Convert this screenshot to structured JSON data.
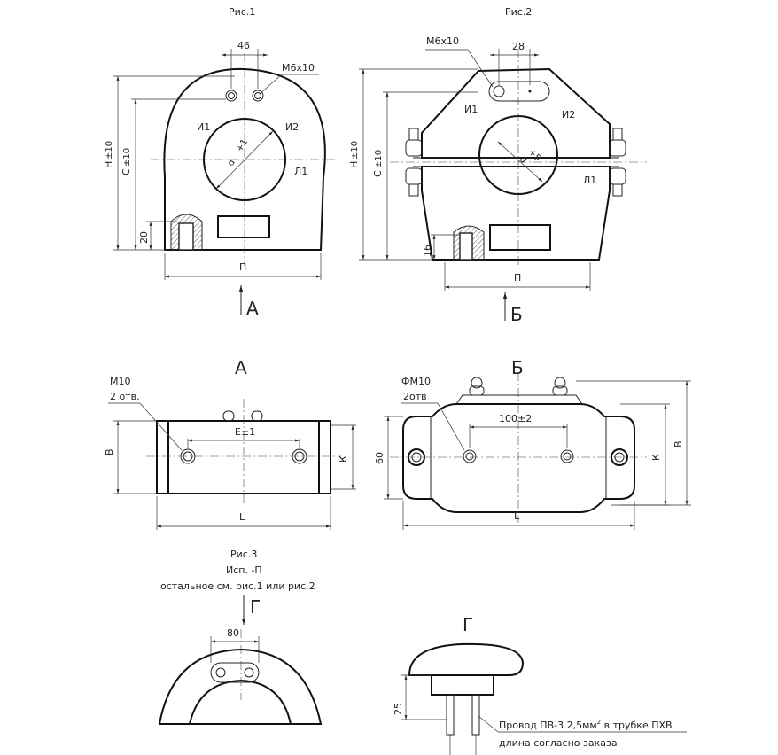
{
  "fig1": {
    "caption": "Рис.1",
    "dim_46": "46",
    "thread": "М6х10",
    "i1": "И1",
    "i2": "И2",
    "l1": "Л1",
    "dim_h": "Н",
    "dim_h_tol": "±10",
    "dim_c": "С",
    "dim_c_tol": "±10",
    "dim_20": "20",
    "dim_p": "П",
    "dia": "d",
    "dia_tol": "+1",
    "view_arrow": "А"
  },
  "fig2": {
    "caption": "Рис.2",
    "thread": "М6х10",
    "dim_28": "28",
    "i1": "И1",
    "i2": "И2",
    "l1": "Л1",
    "dim_h": "Н",
    "dim_h_tol": "±10",
    "dim_c": "С",
    "dim_c_tol": "±10",
    "dim_16": "16",
    "dim_p": "П",
    "dia": "d",
    "dia_tol": "+5",
    "view_arrow": "Б"
  },
  "viewA": {
    "title": "А",
    "hole": "М10",
    "hole_count": "2 отв.",
    "dim_e": "Е±1",
    "dim_b": "В",
    "dim_k": "К",
    "dim_l": "L"
  },
  "viewB": {
    "title": "Б",
    "hole": "ФМ10",
    "hole_count": "2отв",
    "dim_100": "100±2",
    "dim_60": "60",
    "dim_k": "К",
    "dim_b": "В",
    "dim_l": "L"
  },
  "fig3": {
    "caption": "Рис.3",
    "line2": "Исп. -П",
    "line3": "остальное см. рис.1 или рис.2",
    "arrow": "Г",
    "dim_80": "80"
  },
  "viewG": {
    "title": "Г",
    "dim_25": "25",
    "wire_label": "Провод ПВ-3 2,5мм",
    "wire_sup": "2",
    "wire_tail": " в трубке ПХВ",
    "length_note": "длина согласно заказа"
  }
}
